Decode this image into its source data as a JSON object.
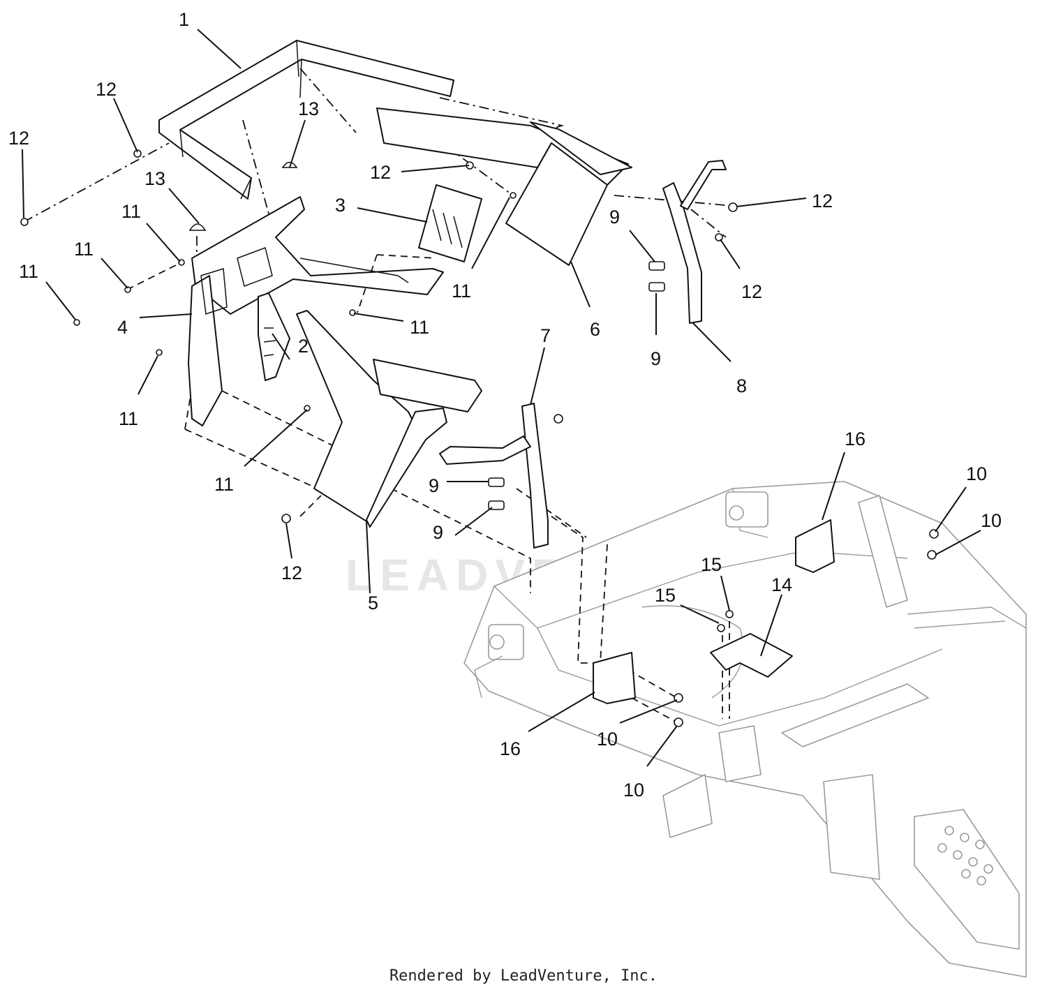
{
  "watermark": "LEADVENTURE",
  "footer": "Rendered by LeadVenture, Inc.",
  "callouts": [
    {
      "id": "c1",
      "text": "1"
    },
    {
      "id": "c2",
      "text": "2"
    },
    {
      "id": "c3",
      "text": "3"
    },
    {
      "id": "c4",
      "text": "4"
    },
    {
      "id": "c5",
      "text": "5"
    },
    {
      "id": "c6",
      "text": "6"
    },
    {
      "id": "c7",
      "text": "7"
    },
    {
      "id": "c8",
      "text": "8"
    },
    {
      "id": "c9a",
      "text": "9"
    },
    {
      "id": "c9b",
      "text": "9"
    },
    {
      "id": "c9c",
      "text": "9"
    },
    {
      "id": "c9d",
      "text": "9"
    },
    {
      "id": "c10a",
      "text": "10"
    },
    {
      "id": "c10b",
      "text": "10"
    },
    {
      "id": "c10c",
      "text": "10"
    },
    {
      "id": "c10d",
      "text": "10"
    },
    {
      "id": "c11a",
      "text": "11"
    },
    {
      "id": "c11b",
      "text": "11"
    },
    {
      "id": "c11c",
      "text": "11"
    },
    {
      "id": "c11d",
      "text": "11"
    },
    {
      "id": "c11e",
      "text": "11"
    },
    {
      "id": "c11f",
      "text": "11"
    },
    {
      "id": "c11g",
      "text": "11"
    },
    {
      "id": "c12a",
      "text": "12"
    },
    {
      "id": "c12b",
      "text": "12"
    },
    {
      "id": "c12c",
      "text": "12"
    },
    {
      "id": "c12d",
      "text": "12"
    },
    {
      "id": "c12e",
      "text": "12"
    },
    {
      "id": "c12f",
      "text": "12"
    },
    {
      "id": "c13a",
      "text": "13"
    },
    {
      "id": "c13b",
      "text": "13"
    },
    {
      "id": "c14",
      "text": "14"
    },
    {
      "id": "c15a",
      "text": "15"
    },
    {
      "id": "c15b",
      "text": "15"
    },
    {
      "id": "c16a",
      "text": "16"
    },
    {
      "id": "c16b",
      "text": "16"
    }
  ]
}
